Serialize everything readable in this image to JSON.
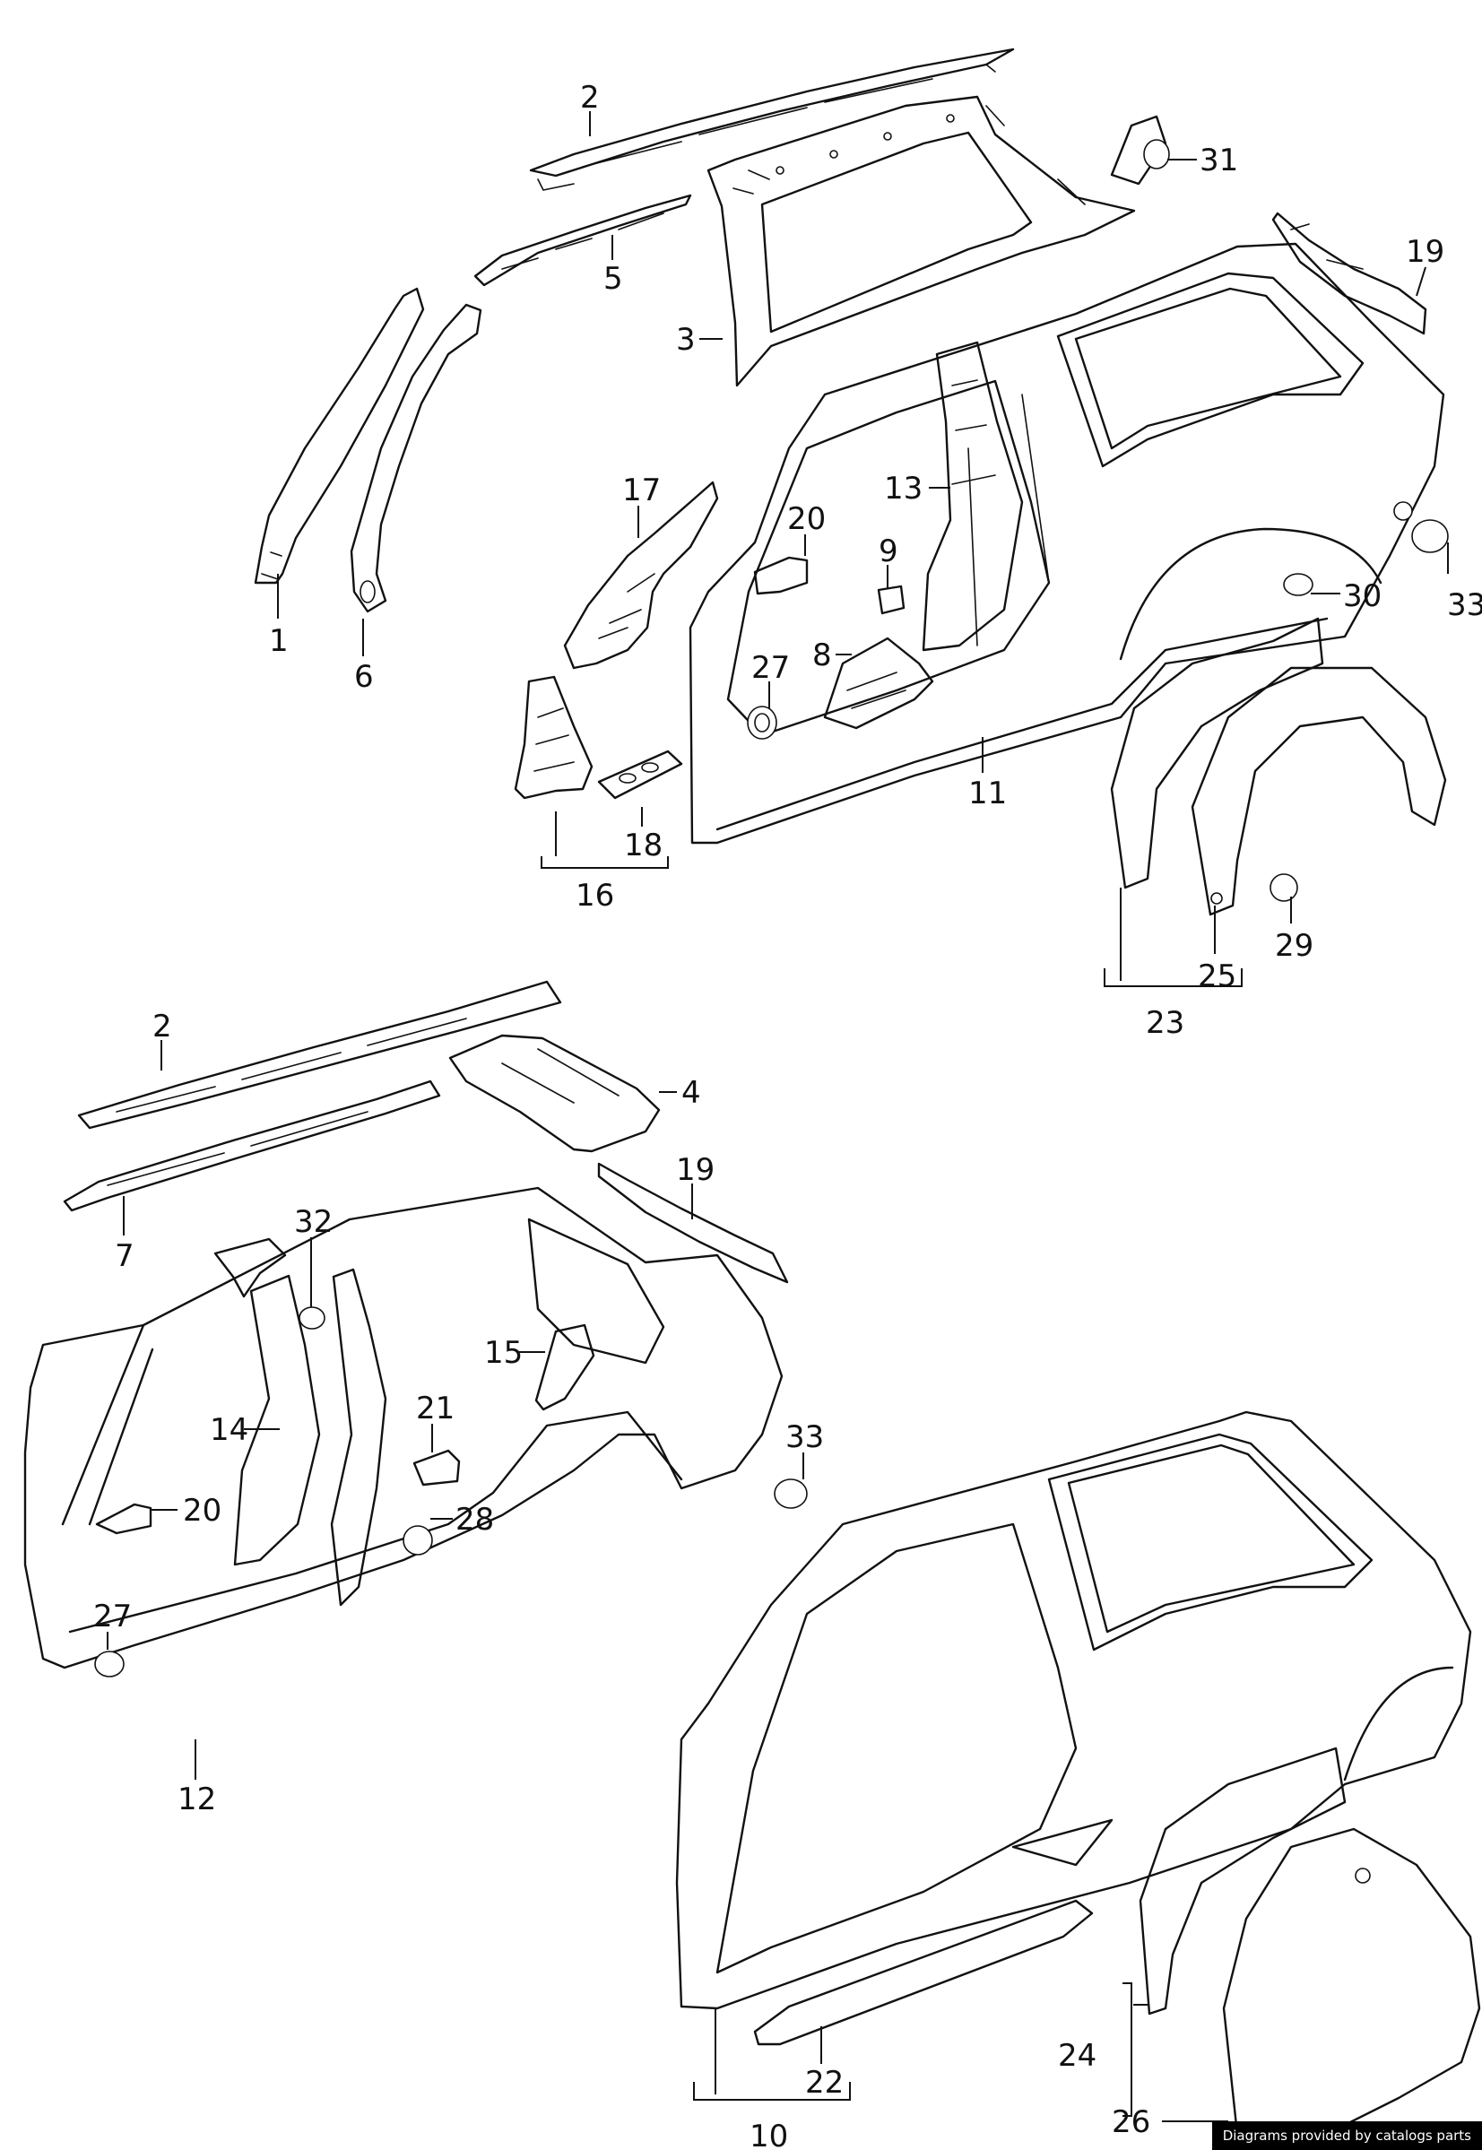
{
  "credit": "Diagrams provided by catalogs parts",
  "callouts": [
    {
      "id": "c2a",
      "label": "2"
    },
    {
      "id": "c31",
      "label": "31"
    },
    {
      "id": "c19a",
      "label": "19"
    },
    {
      "id": "c5",
      "label": "5"
    },
    {
      "id": "c3",
      "label": "3"
    },
    {
      "id": "c1",
      "label": "1"
    },
    {
      "id": "c6",
      "label": "6"
    },
    {
      "id": "c17",
      "label": "17"
    },
    {
      "id": "c13",
      "label": "13"
    },
    {
      "id": "c20a",
      "label": "20"
    },
    {
      "id": "c9",
      "label": "9"
    },
    {
      "id": "c33a",
      "label": "33"
    },
    {
      "id": "c30",
      "label": "30"
    },
    {
      "id": "c8",
      "label": "8"
    },
    {
      "id": "c27a",
      "label": "27"
    },
    {
      "id": "c11",
      "label": "11"
    },
    {
      "id": "c18",
      "label": "18"
    },
    {
      "id": "c16",
      "label": "16"
    },
    {
      "id": "c29",
      "label": "29"
    },
    {
      "id": "c25",
      "label": "25"
    },
    {
      "id": "c23",
      "label": "23"
    },
    {
      "id": "c2b",
      "label": "2"
    },
    {
      "id": "c4",
      "label": "4"
    },
    {
      "id": "c7",
      "label": "7"
    },
    {
      "id": "c19b",
      "label": "19"
    },
    {
      "id": "c32",
      "label": "32"
    },
    {
      "id": "c15",
      "label": "15"
    },
    {
      "id": "c14",
      "label": "14"
    },
    {
      "id": "c21",
      "label": "21"
    },
    {
      "id": "c33b",
      "label": "33"
    },
    {
      "id": "c20b",
      "label": "20"
    },
    {
      "id": "c28",
      "label": "28"
    },
    {
      "id": "c27b",
      "label": "27"
    },
    {
      "id": "c12",
      "label": "12"
    },
    {
      "id": "c24",
      "label": "24"
    },
    {
      "id": "c22",
      "label": "22"
    },
    {
      "id": "c26",
      "label": "26"
    },
    {
      "id": "c10",
      "label": "10"
    }
  ]
}
